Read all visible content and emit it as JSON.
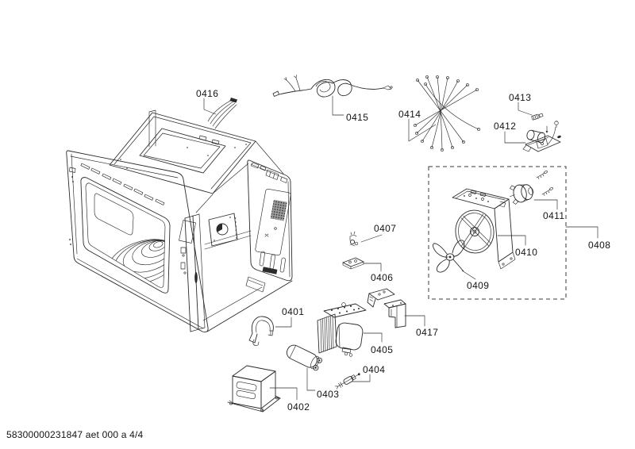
{
  "colors": {
    "background": "#ffffff",
    "line": "#2a2a2a",
    "text": "#141414"
  },
  "footer": {
    "doc_code": "58300000231847 aet 000 a 4/4"
  },
  "callouts": [
    {
      "ref": "0401"
    },
    {
      "ref": "0402"
    },
    {
      "ref": "0403"
    },
    {
      "ref": "0404"
    },
    {
      "ref": "0405"
    },
    {
      "ref": "0406"
    },
    {
      "ref": "0407"
    },
    {
      "ref": "0408"
    },
    {
      "ref": "0409"
    },
    {
      "ref": "0410"
    },
    {
      "ref": "0411"
    },
    {
      "ref": "0412"
    },
    {
      "ref": "0413"
    },
    {
      "ref": "0414"
    },
    {
      "ref": "0415"
    },
    {
      "ref": "0416"
    },
    {
      "ref": "0417"
    }
  ]
}
